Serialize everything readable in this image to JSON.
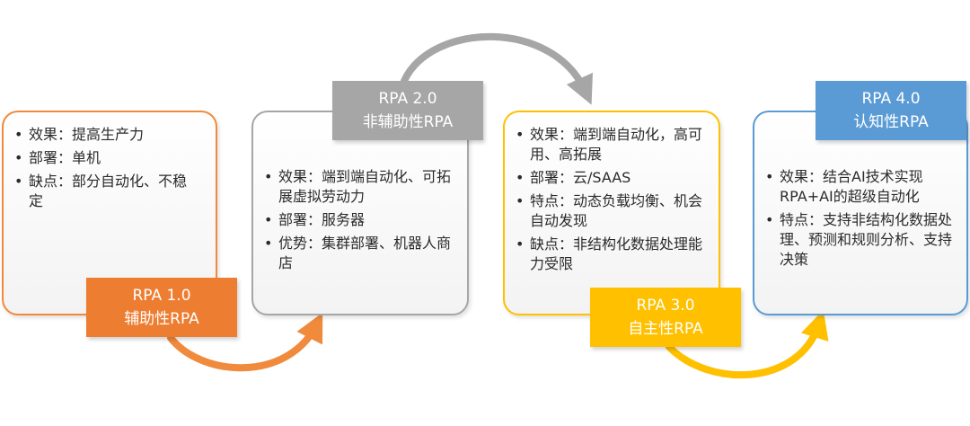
{
  "colors": {
    "orange": "#f08a3c",
    "gray": "#a6a6a6",
    "yellow": "#ffc000",
    "blue": "#5b9bd5"
  },
  "stages": [
    {
      "version": "RPA 1.0",
      "name": "辅助性RPA",
      "bullets": [
        "效果：提高生产力",
        "部署：单机",
        "缺点：部分自动化、不稳定"
      ]
    },
    {
      "version": "RPA 2.0",
      "name": "非辅助性RPA",
      "bullets": [
        "效果：端到端自动化、可拓展虚拟劳动力",
        "部署：服务器",
        "优势：集群部署、机器人商店"
      ]
    },
    {
      "version": "RPA 3.0",
      "name": "自主性RPA",
      "bullets": [
        "效果：端到端自动化，高可用、高拓展",
        "部署：云/SAAS",
        "特点：动态负载均衡、机会自动发现",
        "缺点：非结构化数据处理能力受限"
      ]
    },
    {
      "version": "RPA 4.0",
      "name": "认知性RPA",
      "bullets": [
        "效果：结合AI技术实现RPA+AI的超级自动化",
        "特点：支持非结构化数据处理、预测和规则分析、支持决策"
      ]
    }
  ]
}
